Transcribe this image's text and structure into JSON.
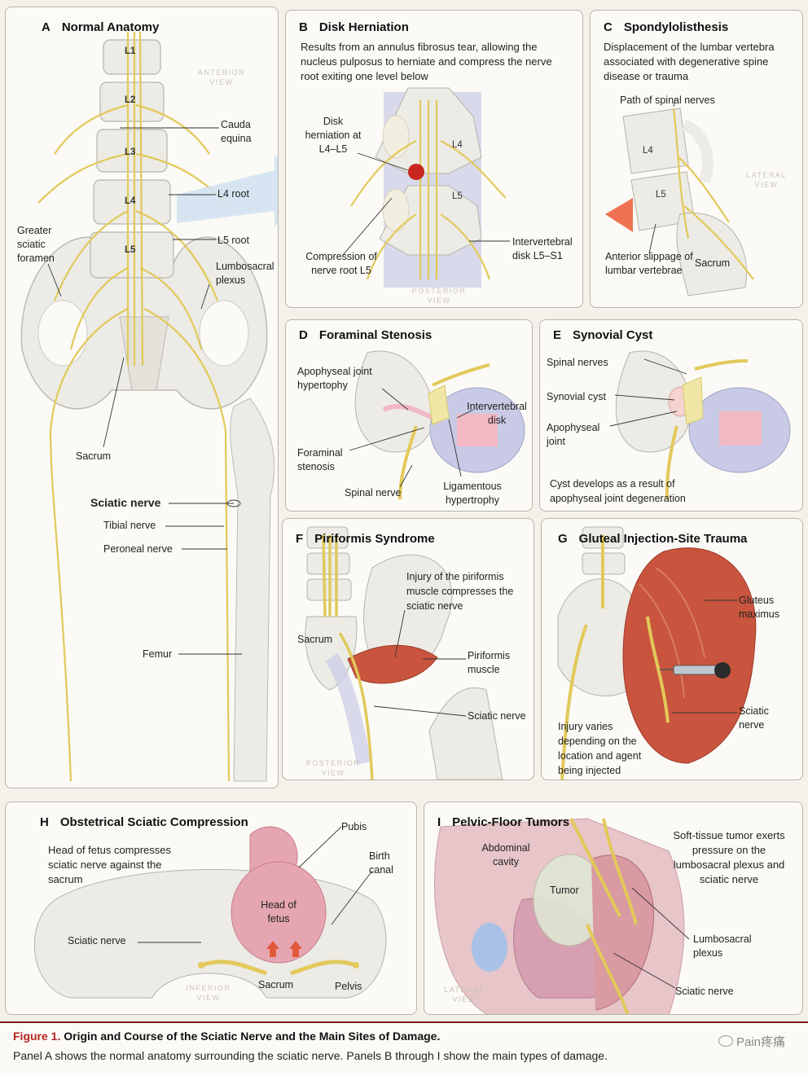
{
  "panels": {
    "a": {
      "letter": "A",
      "title": "Normal Anatomy",
      "view": "ANTERIOR VIEW",
      "vertebrae": [
        "L1",
        "L2",
        "L3",
        "L4",
        "L5"
      ],
      "labels": {
        "cauda": "Cauda equina",
        "l4root": "L4 root",
        "l5root": "L5 root",
        "greater": "Greater sciatic foramen",
        "lumbo": "Lumbosacral plexus",
        "sacrum": "Sacrum",
        "sciatic": "Sciatic nerve",
        "tibial": "Tibial nerve",
        "peroneal": "Peroneal nerve",
        "femur": "Femur"
      }
    },
    "b": {
      "letter": "B",
      "title": "Disk Herniation",
      "desc": "Results from an annulus fibrosus tear, allowing the nucleus pulposus to herniate and compress the nerve root exiting one level below",
      "view": "POSTERIOR VIEW",
      "labels": {
        "herniation": "Disk herniation at L4–L5",
        "l4": "L4",
        "l5": "L5",
        "compression": "Compression of nerve root L5",
        "disk": "Intervertebral disk L5–S1"
      }
    },
    "c": {
      "letter": "C",
      "title": "Spondylolisthesis",
      "desc": "Displacement of the lumbar vertebra associated with degenerative spine disease or trauma",
      "view": "LATERAL VIEW",
      "labels": {
        "path": "Path of spinal nerves",
        "l4": "L4",
        "l5": "L5",
        "slippage": "Anterior slippage of lumbar vertebrae",
        "sacrum": "Sacrum"
      }
    },
    "d": {
      "letter": "D",
      "title": "Foraminal Stenosis",
      "labels": {
        "apoph": "Apophyseal joint hypertophy",
        "disk": "Intervertebral disk",
        "foraminal": "Foraminal stenosis",
        "spinal": "Spinal nerve",
        "ligament": "Ligamentous hypertrophy"
      }
    },
    "e": {
      "letter": "E",
      "title": "Synovial Cyst",
      "desc": "Cyst develops as a result of apophyseal joint degeneration",
      "labels": {
        "spinal": "Spinal nerves",
        "cyst": "Synovial cyst",
        "apoph": "Apophyseal joint"
      }
    },
    "f": {
      "letter": "F",
      "title": "Piriformis Syndrome",
      "desc": "Injury of the piriformis muscle compresses the sciatic nerve",
      "view": "POSTERIOR VIEW",
      "labels": {
        "sacrum": "Sacrum",
        "piriformis": "Piriformis muscle",
        "sciatic": "Sciatic nerve"
      }
    },
    "g": {
      "letter": "G",
      "title": "Gluteal Injection-Site Trauma",
      "desc": "Injury varies depending on the location and agent being injected",
      "labels": {
        "gluteus": "Gluteus maximus",
        "sciatic": "Sciatic nerve"
      }
    },
    "h": {
      "letter": "H",
      "title": "Obstetrical Sciatic Compression",
      "desc": "Head of fetus compresses sciatic nerve against the sacrum",
      "view": "INFERIOR VIEW",
      "labels": {
        "pubis": "Pubis",
        "birth": "Birth canal",
        "head": "Head of fetus",
        "sciatic": "Sciatic nerve",
        "sacrum": "Sacrum",
        "pelvis": "Pelvis"
      }
    },
    "i": {
      "letter": "I",
      "title": "Pelvic-Floor Tumors",
      "desc": "Soft-tissue tumor exerts pressure on the lumbosacral plexus and sciatic nerve",
      "view": "LATERAL VIEW",
      "labels": {
        "abdominal": "Abdominal cavity",
        "tumor": "Tumor",
        "lumbo": "Lumbosacral plexus",
        "sciatic": "Sciatic nerve"
      }
    }
  },
  "caption": {
    "figure_label": "Figure 1.",
    "title": "Origin and Course of the Sciatic Nerve and the Main Sites of Damage.",
    "text": "Panel A shows the normal anatomy surrounding the sciatic nerve. Panels B through I show the main types of damage.",
    "watermark": "Pain疼痛"
  },
  "colors": {
    "nerve": "#e2c95a",
    "bone": "#ecebe6",
    "muscle": "#c9553e",
    "disk": "#c9cbe6",
    "herniation": "#c8261f",
    "accent": "#b5231f"
  }
}
